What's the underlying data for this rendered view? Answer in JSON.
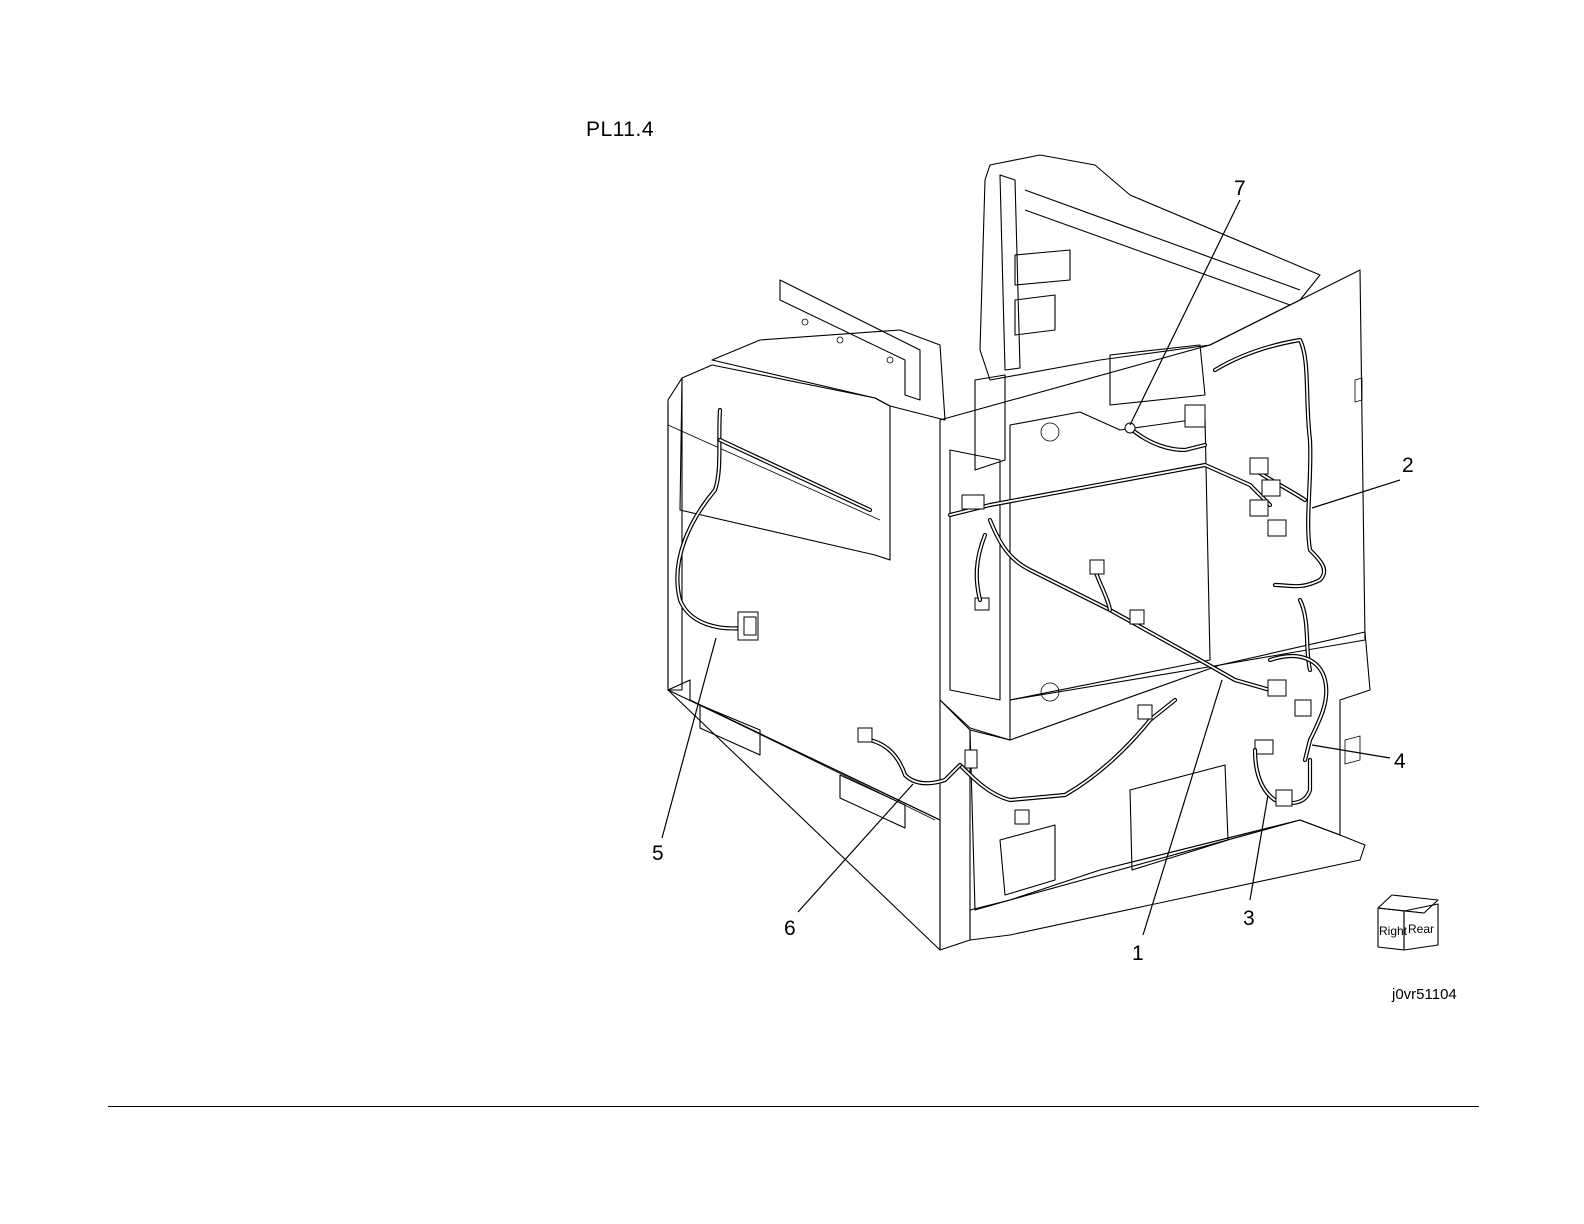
{
  "page": {
    "plate_title": "PL11.4",
    "figure_id": "j0vr51104"
  },
  "orientation_cube": {
    "left_face": "Right",
    "right_face": "Rear"
  },
  "callouts": [
    {
      "label": "1"
    },
    {
      "label": "2"
    },
    {
      "label": "3"
    },
    {
      "label": "4"
    },
    {
      "label": "5"
    },
    {
      "label": "6"
    },
    {
      "label": "7"
    }
  ]
}
